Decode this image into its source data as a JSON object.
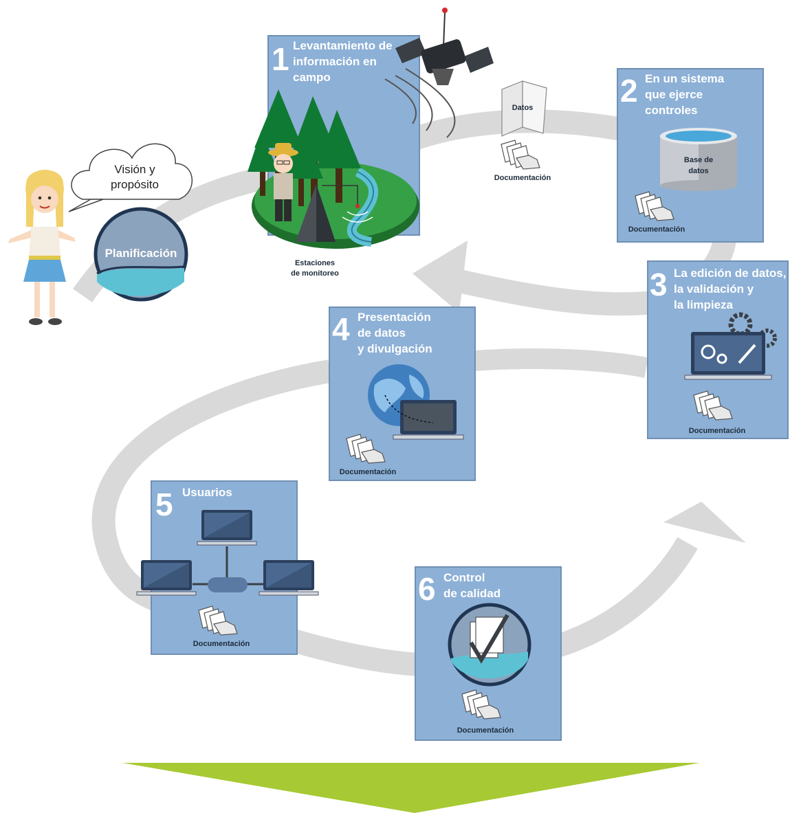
{
  "colors": {
    "box_fill": "#8db0d6",
    "box_stroke": "#6f8fb4",
    "arrow_gray": "#d9d9d9",
    "green_arrow": "#a7c933",
    "forest_green": "#2e8b3b",
    "water_blue": "#5cc2d3",
    "navy": "#1f3552"
  },
  "bubble": {
    "line1": "Visión y",
    "line2": "propósito"
  },
  "planning": {
    "label": "Planificación"
  },
  "satellite": {
    "book_label": "Datos",
    "doc_label": "Documentación"
  },
  "step1": {
    "number": "1",
    "title": [
      "Levantamiento de",
      "información en",
      "campo"
    ],
    "caption": [
      "Estaciones",
      "de monitoreo"
    ]
  },
  "step2": {
    "number": "2",
    "title": [
      "En un sistema",
      "que ejerce",
      "controles"
    ],
    "db_label": [
      "Base de",
      "datos"
    ],
    "doc_label": "Documentación"
  },
  "step3": {
    "number": "3",
    "title": [
      "La edición de datos,",
      "la validación y",
      "la limpieza"
    ],
    "doc_label": "Documentación"
  },
  "step4": {
    "number": "4",
    "title": [
      "Presentación",
      "de datos",
      "y divulgación"
    ],
    "doc_label": "Documentación"
  },
  "step5": {
    "number": "5",
    "title": [
      "Usuarios"
    ],
    "doc_label": "Documentación"
  },
  "step6": {
    "number": "6",
    "title": [
      "Control",
      "de calidad"
    ],
    "doc_label": "Documentación"
  },
  "icons": [
    "satellite-icon",
    "book-icon",
    "documents-icon",
    "database-icon",
    "gears-icon",
    "laptop-icon",
    "globe-icon",
    "computer-network-icon",
    "checklist-icon",
    "forest-icon",
    "person-icon",
    "ranger-icon",
    "cloud-bubble-icon"
  ]
}
